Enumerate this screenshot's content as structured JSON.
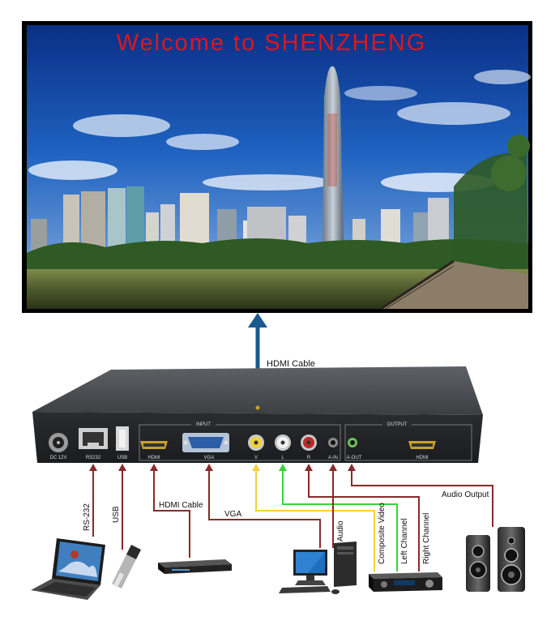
{
  "screen": {
    "headline": "Welcome to SHENZHENG",
    "headline_color": "#e0161b"
  },
  "device": {
    "input_section_label": "INPUT",
    "output_section_label": "OUTPUT",
    "ports": {
      "dc": "DC 12V",
      "rs232": "RS232",
      "usb": "USB",
      "hdmi_in": "HDMI",
      "vga": "VGA",
      "video": "V",
      "audio_left": "L",
      "audio_right": "R",
      "audio_in": "A-IN",
      "audio_out": "A-OUT",
      "hdmi_out": "HDMI"
    }
  },
  "connections": {
    "hdmi_output_cable": "HDMI Cable",
    "rs232": "RS-232",
    "usb": "USB",
    "hdmi_input_cable": "HDMI Cable",
    "vga": "VGA",
    "audio": "Audio",
    "composite_video": "Composite Video",
    "left_channel": "Left Channel",
    "right_channel": "Right Channel",
    "audio_output": "Audio Output"
  },
  "colors": {
    "hdmi_output_line": "#1a5a8e",
    "maroon_line": "#8a2a2a",
    "yellow_line": "#f2d13a",
    "green_line": "#38d23a",
    "sky_top": "#0b3f9a",
    "water": "#5f6a3a"
  }
}
